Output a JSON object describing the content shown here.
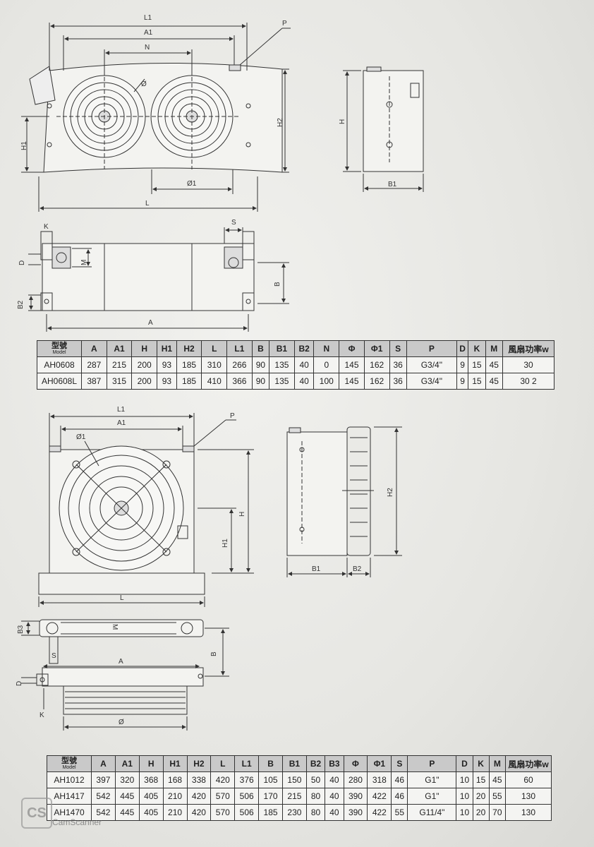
{
  "drawing1": {
    "labels": [
      "L1",
      "A1",
      "N",
      "P",
      "Ø",
      "H2",
      "H1",
      "Ø1",
      "L",
      "H",
      "B1",
      "K",
      "S",
      "D",
      "M",
      "B",
      "B2",
      "A"
    ]
  },
  "table1": {
    "header_cn": "型號",
    "header_en": "Model",
    "columns": [
      "A",
      "A1",
      "H",
      "H1",
      "H2",
      "L",
      "L1",
      "B",
      "B1",
      "B2",
      "N",
      "Φ",
      "Φ1",
      "S",
      "P",
      "D",
      "K",
      "M",
      "風扇功率w"
    ],
    "rows": [
      [
        "AH0608",
        "287",
        "215",
        "200",
        "93",
        "185",
        "310",
        "266",
        "90",
        "135",
        "40",
        "0",
        "145",
        "162",
        "36",
        "G3/4\"",
        "9",
        "15",
        "45",
        "30"
      ],
      [
        "AH0608L",
        "387",
        "315",
        "200",
        "93",
        "185",
        "410",
        "366",
        "90",
        "135",
        "40",
        "100",
        "145",
        "162",
        "36",
        "G3/4\"",
        "9",
        "15",
        "45",
        "30   2"
      ]
    ]
  },
  "drawing2": {
    "labels": [
      "L1",
      "A1",
      "P",
      "Ø1",
      "H",
      "H1",
      "L",
      "H2",
      "B1",
      "B2",
      "B3",
      "M",
      "S",
      "B",
      "A",
      "D",
      "K",
      "Ø"
    ]
  },
  "table2": {
    "header_cn": "型號",
    "header_en": "Model",
    "columns": [
      "A",
      "A1",
      "H",
      "H1",
      "H2",
      "L",
      "L1",
      "B",
      "B1",
      "B2",
      "B3",
      "Φ",
      "Φ1",
      "S",
      "P",
      "D",
      "K",
      "M",
      "風扇功率w"
    ],
    "rows": [
      [
        "AH1012",
        "397",
        "320",
        "368",
        "168",
        "338",
        "420",
        "376",
        "105",
        "150",
        "50",
        "40",
        "280",
        "318",
        "46",
        "G1\"",
        "10",
        "15",
        "45",
        "60"
      ],
      [
        "AH1417",
        "542",
        "445",
        "405",
        "210",
        "420",
        "570",
        "506",
        "170",
        "215",
        "80",
        "40",
        "390",
        "422",
        "46",
        "G1\"",
        "10",
        "20",
        "55",
        "130"
      ],
      [
        "AH1470",
        "542",
        "445",
        "405",
        "210",
        "420",
        "570",
        "506",
        "185",
        "230",
        "80",
        "40",
        "390",
        "422",
        "55",
        "G11/4\"",
        "10",
        "20",
        "70",
        "130"
      ]
    ]
  },
  "watermark": {
    "logo": "CS",
    "text": "CamScanner"
  }
}
